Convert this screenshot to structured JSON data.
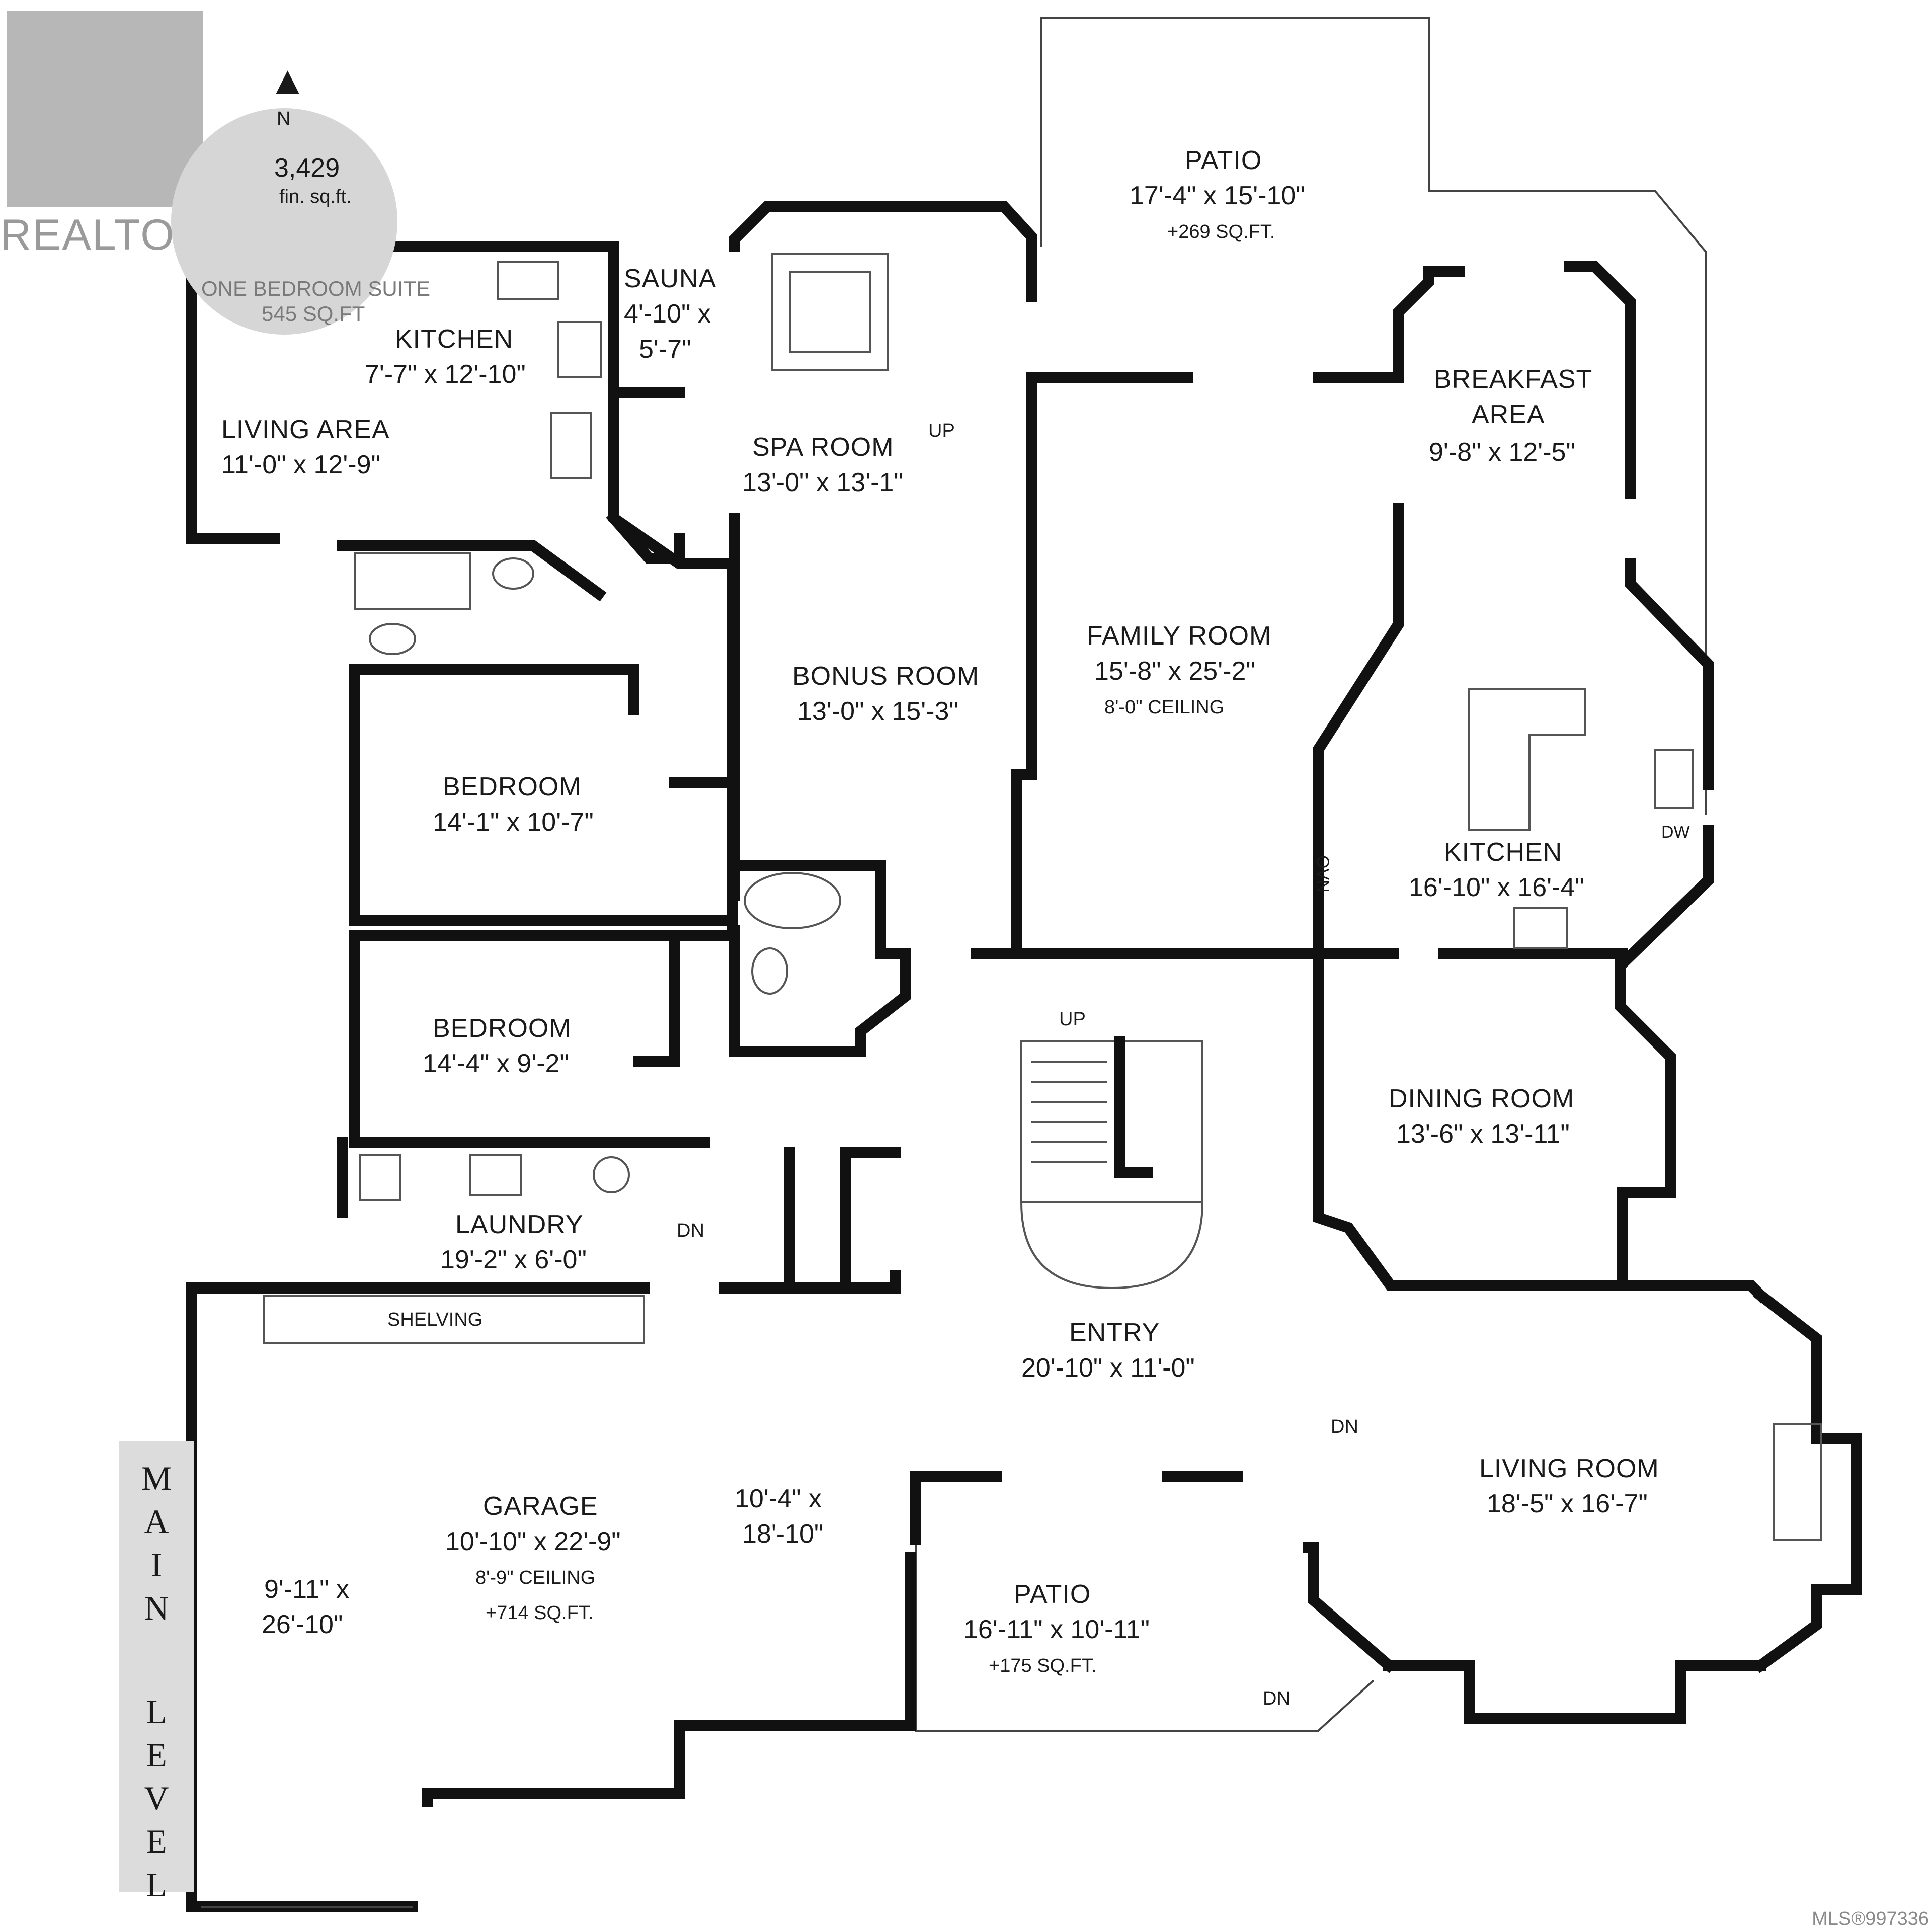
{
  "brand": {
    "logo_text": "REALTOR®",
    "mls_text": "MLS®997336"
  },
  "badge": {
    "north": "N",
    "area": "3,429",
    "area_unit": "fin. sq.ft."
  },
  "level_label": {
    "word1": [
      "M",
      "A",
      "I",
      "N"
    ],
    "word2": [
      "L",
      "E",
      "V",
      "E",
      "L"
    ]
  },
  "suite": {
    "title": "ONE BEDROOM SUITE",
    "area": "545 SQ.FT"
  },
  "rooms": {
    "suite_kitchen": {
      "name": "KITCHEN",
      "dims": "7'-7\" x 12'-10\""
    },
    "suite_living": {
      "name": "LIVING AREA",
      "dims": "11'-0\" x 12'-9\""
    },
    "sauna": {
      "name": "SAUNA",
      "dims1": "4'-10\" x",
      "dims2": "5'-7\""
    },
    "spa": {
      "name": "SPA ROOM",
      "dims": "13'-0\" x 13'-1\""
    },
    "patio_top": {
      "name": "PATIO",
      "dims": "17'-4\" x 15'-10\"",
      "extra": "+269 SQ.FT."
    },
    "breakfast": {
      "name1": "BREAKFAST",
      "name2": "AREA",
      "dims": "9'-8\" x 12'-5\""
    },
    "bonus": {
      "name": "BONUS ROOM",
      "dims": "13'-0\" x 15'-3\""
    },
    "family": {
      "name": "FAMILY ROOM",
      "dims": "15'-8\" x 25'-2\"",
      "extra": "8'-0\" CEILING"
    },
    "bedroom1": {
      "name": "BEDROOM",
      "dims": "14'-1\" x 10'-7\""
    },
    "bedroom2": {
      "name": "BEDROOM",
      "dims": "14'-4\" x 9'-2\""
    },
    "kitchen": {
      "name": "KITCHEN",
      "dims": "16'-10\" x 16'-4\""
    },
    "dining": {
      "name": "DINING ROOM",
      "dims": "13'-6\" x 13'-11\""
    },
    "laundry": {
      "name": "LAUNDRY",
      "dims": "19'-2\" x 6'-0\""
    },
    "entry": {
      "name": "ENTRY",
      "dims": "20'-10\" x 11'-0\""
    },
    "garage": {
      "name": "GARAGE",
      "dims": "10'-10\" x 22'-9\"",
      "extra1": "8'-9\" CEILING",
      "extra2": "+714 SQ.FT."
    },
    "garage_left": {
      "dims1": "9'-11\" x",
      "dims2": "26'-10\""
    },
    "garage_right": {
      "dims1": "10'-4\" x",
      "dims2": "18'-10\""
    },
    "living": {
      "name": "LIVING ROOM",
      "dims": "18'-5\" x 16'-7\""
    },
    "patio_bottom": {
      "name": "PATIO",
      "dims": "16'-11\" x 10'-11\"",
      "extra": "+175 SQ.FT."
    }
  },
  "annotations": {
    "shelving": "SHELVING",
    "up_spa": "UP",
    "up_stair": "UP",
    "dn_laundry": "DN",
    "dn_entry": "DN",
    "dn_patio": "DN",
    "oven": "OVN",
    "dishwasher": "DW"
  }
}
